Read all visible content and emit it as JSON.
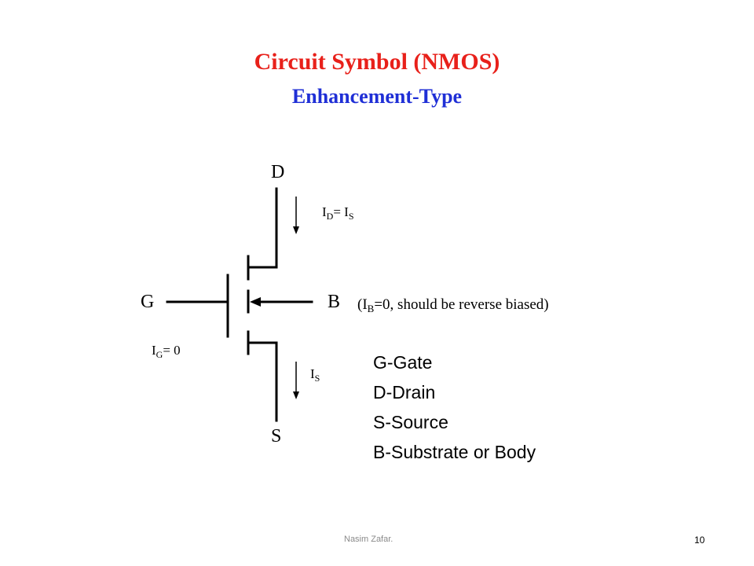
{
  "slide": {
    "title": "Circuit Symbol (NMOS)",
    "subtitle": "Enhancement-Type",
    "colors": {
      "title": "#e8201a",
      "subtitle": "#1f2fd6",
      "line": "#000000"
    }
  },
  "terminals": {
    "drain": "D",
    "gate": "G",
    "source": "S",
    "body": "B"
  },
  "currents": {
    "drain": {
      "main": "I",
      "sub": "D",
      "rest": "= I",
      "sub2": "S"
    },
    "gate": {
      "main": "I",
      "sub": "G",
      "rest": "= 0"
    },
    "source": {
      "main": "I",
      "sub": "S"
    }
  },
  "body_note": {
    "open": "(I",
    "sub": "B",
    "rest": "=0, should be reverse biased)"
  },
  "legend": [
    "G-Gate",
    "D-Drain",
    "S-Source",
    "B-Substrate or Body"
  ],
  "footer": {
    "author": "Nasim Zafar.",
    "page": "10"
  }
}
